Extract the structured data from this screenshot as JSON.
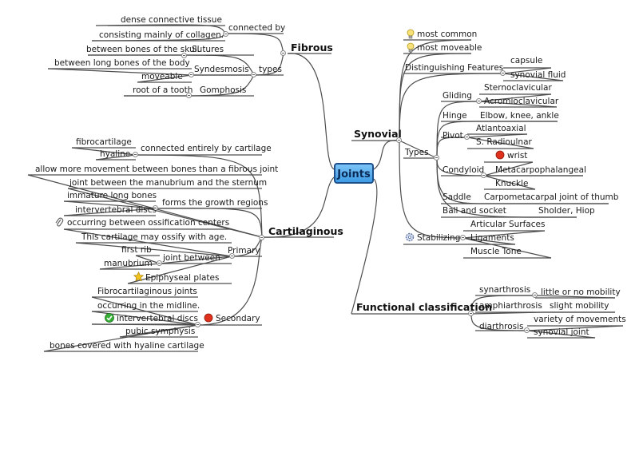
{
  "center": "Joints",
  "fibrous": {
    "title": "Fibrous",
    "connected_by": "connected by",
    "dense": "dense connective tissue",
    "collagen": "consisting mainly of collagen.",
    "types": "types",
    "sutures": "Sutures",
    "skull": "between bones of the skull",
    "syndesmosis": "Syndesmosis",
    "long_bones": "between long bones of the body",
    "moveable": "moveable",
    "gomphosis": "Gomphosis",
    "tooth": "root of a tooth"
  },
  "cartilaginous": {
    "title": "Cartilaginous",
    "connected_cart": "connected entirely by cartilage",
    "fibrocartilage": "fibrocartilage",
    "hyaline": "hyaline",
    "allow_more": "allow more movement between bones than a fibrous joint",
    "manubrium_sternum": "joint between the manubrium and the sternum",
    "growth": "forms the growth regions",
    "immature": "immature long bones",
    "iv_discs": "intervertebral discs",
    "ossification": "occurring between ossification centers",
    "ossify": "This cartilage may ossify with age.",
    "primary": "Primary",
    "joint_between": "joint between",
    "first_rib": "first rib",
    "manubrium": "manubrium",
    "epiphyseal": "Epiphyseal plates",
    "secondary": "Secondary",
    "fibro_joints": "Fibrocartilaginous joints",
    "midline": "occurring in the midline.",
    "iv_discs2": "intervertebral discs",
    "pubic": "pubic symphysis",
    "covered": "bones covered with hyaline cartilage"
  },
  "synovial": {
    "title": "Synovial",
    "most_common": "most common",
    "most_moveable": "most moveable",
    "distinguishing": "Distinguishing Features",
    "capsule": "capsule",
    "fluid": "synovial fluid",
    "types": "Types",
    "gliding": "Gliding",
    "sternoclavicular": "Sternoclavicular",
    "acromioclavicular": "Acromioclavicular",
    "hinge": "Hinge",
    "hinge_ex": "Elbow, knee, ankle",
    "pivot": "Pivot",
    "atlantoaxial": "Atlantoaxial",
    "radioulnar": "S. Radioulnar",
    "condyloid": "Condyloid",
    "wrist": "wrist",
    "metacarpo": "Metacarpophalangeal",
    "knuckle": "Knuckle",
    "saddle": "Saddle",
    "carpo": "Carpometacarpal joint of thumb",
    "ball": "Ball and socket",
    "shoulder": "Sholder, Hiop",
    "stabilizing": "Stabilizing",
    "articular": "Articular Surfaces",
    "ligaments": "Ligaments",
    "muscle": "Muscle Tone"
  },
  "functional": {
    "title": "Functional classification",
    "synarthrosis": "synarthrosis",
    "little": "little or no mobility",
    "amphiarthrosis": "amphiarthrosis",
    "slight": "slight mobility",
    "diarthrosis": "diarthrosis",
    "variety": "variety of movements",
    "synovial_joint": "synovial joint"
  },
  "colors": {
    "line": "#4d4d4d",
    "center_fill": "#5aaeee",
    "center_border": "#1d4f8a"
  }
}
